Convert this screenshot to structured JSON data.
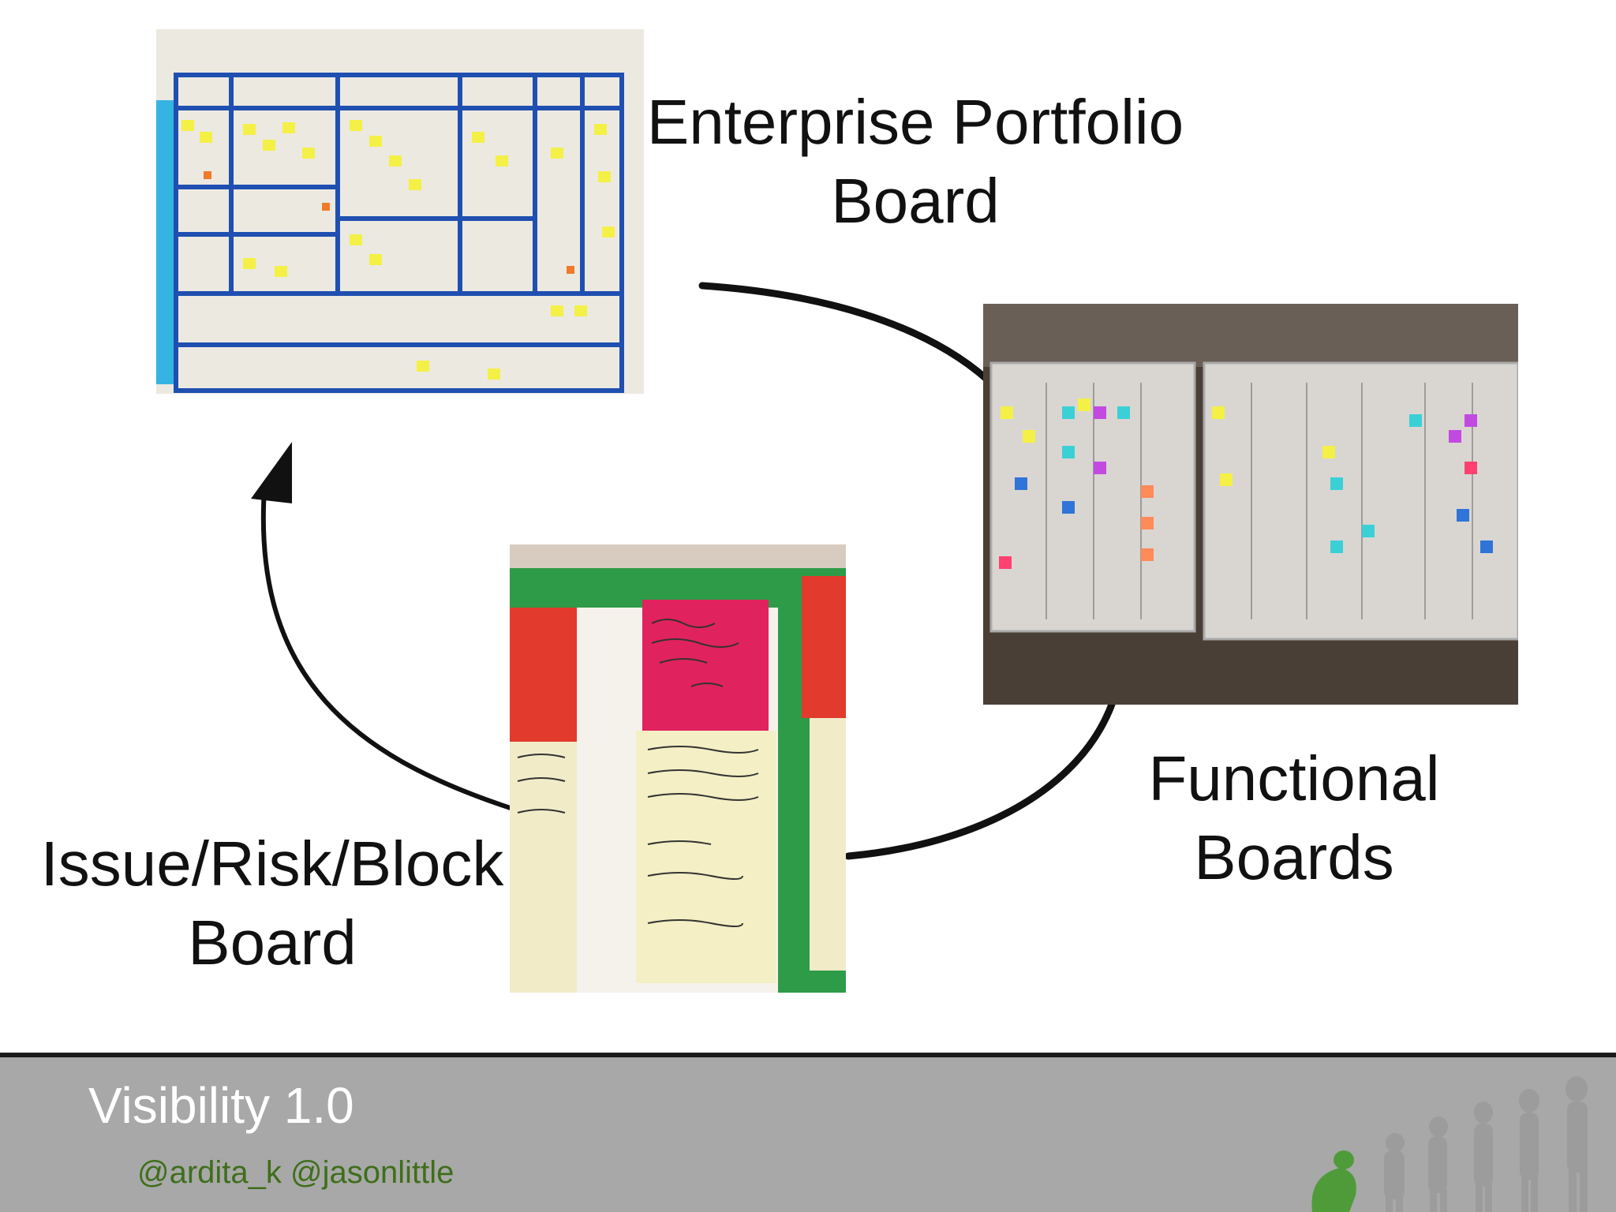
{
  "labels": {
    "enterprise": "Enterprise Portfolio\nBoard",
    "functional": "Functional\nBoards",
    "issue": "Issue/Risk/Block\nBoard"
  },
  "footer": {
    "title": "Visibility 1.0",
    "handles": "@ardita_k @jasonlittle"
  },
  "colors": {
    "footer_bg": "#a8a8a8",
    "footer_title": "#ffffff",
    "handles": "#3f6e1b",
    "board_blue": "#1f4fb0",
    "sticky_yellow": "#f4f046",
    "sticky_pink": "#e0225f"
  },
  "icons": [
    "curved-arrow-icon",
    "evolution-silhouette-icon"
  ]
}
